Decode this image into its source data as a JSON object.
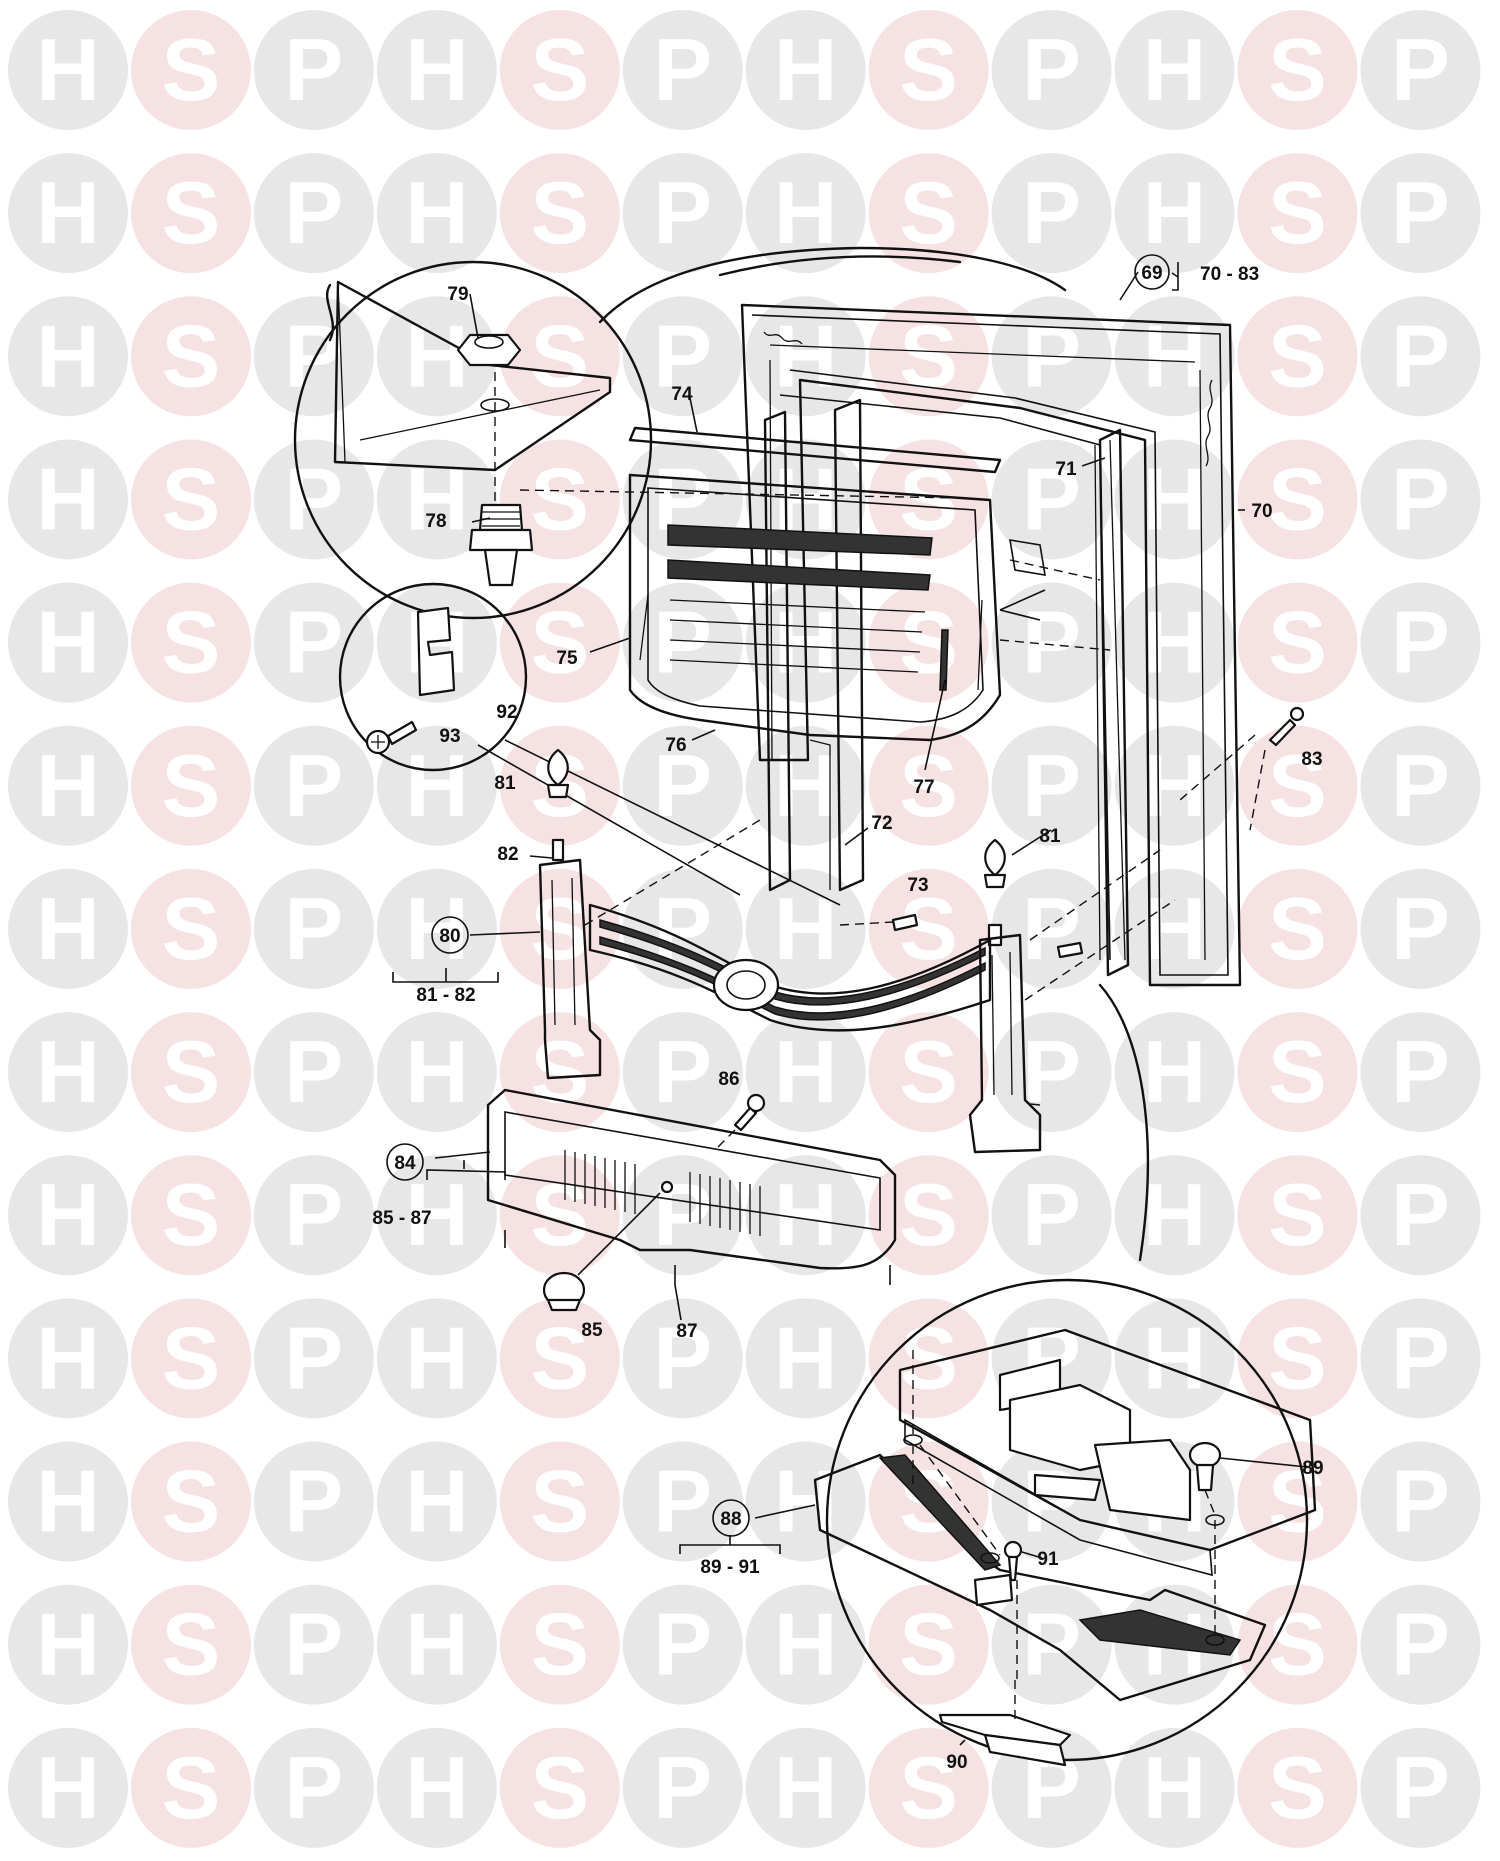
{
  "watermark": {
    "letters": [
      "H",
      "S",
      "P"
    ],
    "colors": [
      "#e7e7e7",
      "#f6e2e2",
      "#e7e7e7"
    ]
  },
  "parts": {
    "p69": "69",
    "g69": "70 - 83",
    "p70": "70",
    "p71": "71",
    "p72": "72",
    "p73": "73",
    "p74": "74",
    "p75": "75",
    "p76": "76",
    "p77": "77",
    "p78": "78",
    "p79": "79",
    "p80": "80",
    "g80": "81 - 82",
    "p81a": "81",
    "p81b": "81",
    "p82": "82",
    "p83": "83",
    "p84": "84",
    "g84": "85 - 87",
    "p85": "85",
    "p86": "86",
    "p87": "87",
    "p88": "88",
    "g88": "89 - 91",
    "p89": "89",
    "p90": "90",
    "p91": "91",
    "p92": "92",
    "p93": "93"
  }
}
